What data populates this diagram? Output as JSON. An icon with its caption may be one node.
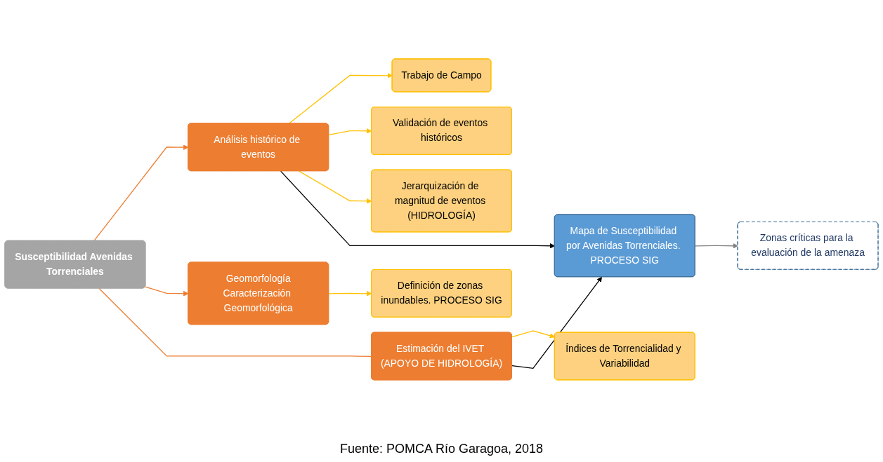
{
  "diagram": {
    "caption": "Fuente: POMCA Río Garagoa, 2018",
    "nodes": [
      {
        "text": [
          "Susceptibilidad Avenidas Torrenciales"
        ]
      },
      {
        "text": [
          "Análisis histórico de eventos"
        ]
      },
      {
        "text": [
          "Geomorfología",
          "Caracterización Geomorfológica"
        ]
      },
      {
        "text": [
          "Estimación del IVET (APOYO DE HIDROLOGÍA)"
        ]
      },
      {
        "text": [
          "Trabajo de Campo"
        ]
      },
      {
        "text": [
          "Validación de eventos históricos"
        ]
      },
      {
        "text": [
          "Jerarquización de magnitud de eventos (HIDROLOGÍA)"
        ]
      },
      {
        "text": [
          "Definición de zonas inundables. PROCESO SIG"
        ]
      },
      {
        "text": [
          "Índices de Torrencialidad y Variabilidad"
        ]
      },
      {
        "text": [
          "Mapa de Susceptibilidad por Avenidas Torrenciales. PROCESO SIG"
        ]
      },
      {
        "text": [
          "Zonas críticas para la evaluación de la amenaza"
        ]
      }
    ],
    "edges": [
      {
        "from": 0,
        "to": 1,
        "arrow": "to",
        "color": "#ed7d31"
      },
      {
        "from": 0,
        "to": 2,
        "arrow": "to",
        "color": "#ed7d31"
      },
      {
        "from": 0,
        "to": 3,
        "arrow": "none",
        "color": "#ed7d31"
      },
      {
        "from": 1,
        "to": 4,
        "arrow": "to"
      },
      {
        "from": 1,
        "to": 5,
        "arrow": "to"
      },
      {
        "from": 1,
        "to": 6,
        "arrow": "to"
      },
      {
        "from": 2,
        "to": 7,
        "arrow": "to"
      },
      {
        "from": 3,
        "to": 8,
        "arrow": "to"
      },
      {
        "from": 1,
        "to": 9,
        "arrow": "to",
        "color": "#000000"
      },
      {
        "from": 3,
        "to": 9,
        "arrow": "to",
        "color": "#000000"
      },
      {
        "from": 9,
        "to": 10,
        "arrow": "to",
        "color": "#7f7f7f"
      }
    ]
  }
}
